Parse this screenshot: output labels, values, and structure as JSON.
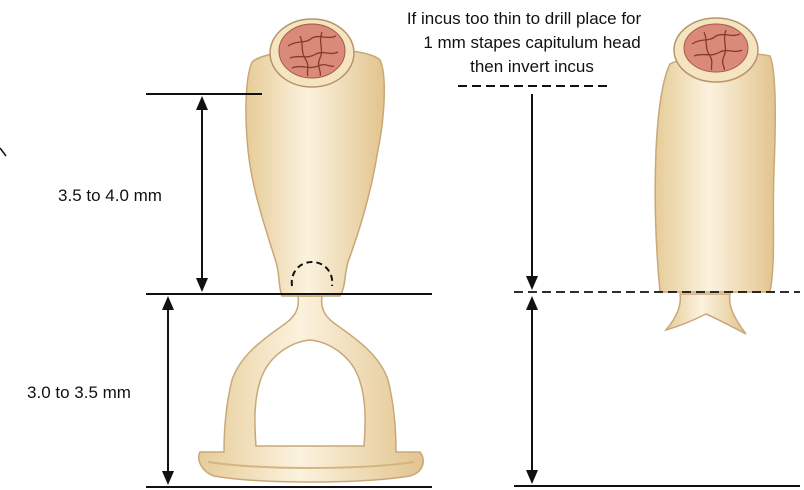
{
  "labels": {
    "upper_measure": "3.5 to 4.0 mm",
    "lower_measure": "3.0 to 3.5 mm",
    "note_line1": "If incus too thin to drill place for",
    "note_line2": "1 mm stapes capitulum head",
    "note_line3": "then invert incus"
  },
  "colors": {
    "bone_fill": "#f2dfb6",
    "bone_light": "#fbf2de",
    "bone_stroke": "#c9a878",
    "marrow": "#d98a78",
    "marrow_line": "#8a3a2a",
    "line": "#111111"
  }
}
